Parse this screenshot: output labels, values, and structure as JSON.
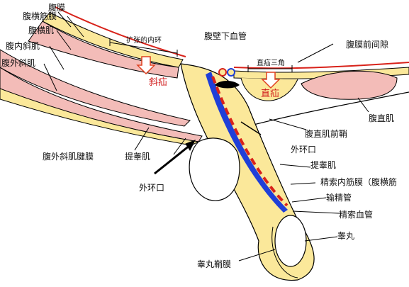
{
  "labels": {
    "peritoneum": "腹膜",
    "transversalis_fascia": "腹横筋膜",
    "transversus": "腹横肌",
    "internal_oblique": "腹内斜肌",
    "external_oblique": "腹外斜肌",
    "dilated_internal_ring": "扩张的内环",
    "indirect_hernia": "斜疝",
    "inferior_epigastric": "腹壁下血管",
    "hesselbach_triangle": "直疝三角",
    "direct_hernia": "直疝",
    "preperitoneal_space": "腹膜前间隙",
    "rectus": "腹直肌",
    "rectus_sheath": "腹直肌前鞘",
    "external_ring_right": "外环口",
    "external_oblique_aponeurosis": "腹外斜肌腱膜",
    "cremaster_left": "提睾肌",
    "external_ring_left": "外环口",
    "cremaster_right": "提睾肌",
    "internal_spermatic_fascia": "精索内筋膜（腹横筋",
    "vas_deferens": "输精管",
    "spermatic_vessels": "精索血管",
    "testis": "睾丸",
    "tunica_vaginalis": "睾丸鞘膜"
  },
  "colors": {
    "muscle": "#f3bcb8",
    "fascia_yellow": "#fbe89a",
    "peritoneum_red": "#d8221a",
    "vessel_blue": "#1f3fd8",
    "vessel_red": "#d8221a",
    "hernia_arrow": "#e04020",
    "text": "#111111"
  }
}
